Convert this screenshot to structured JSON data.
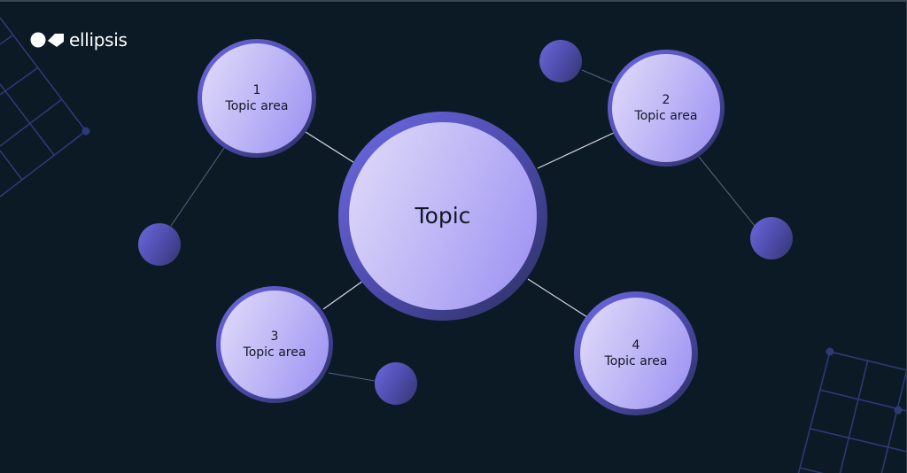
{
  "brand": {
    "logo_icon": "ellipsis-logo-icon",
    "name": "ellipsis"
  },
  "colors": {
    "background": "#0c1a26",
    "grid_line": "#2e3a78",
    "connector": "#c9cde0",
    "node_face_light": "#e2dcfa",
    "node_face_dark": "#9a8ff3",
    "node_ring": "#5c59c8",
    "dot": "#5755c0",
    "text": "#111827"
  },
  "diagram": {
    "center": {
      "label": "Topic"
    },
    "topic_areas": [
      {
        "number": "1",
        "label": "Topic area"
      },
      {
        "number": "2",
        "label": "Topic area"
      },
      {
        "number": "3",
        "label": "Topic area"
      },
      {
        "number": "4",
        "label": "Topic area"
      }
    ]
  }
}
